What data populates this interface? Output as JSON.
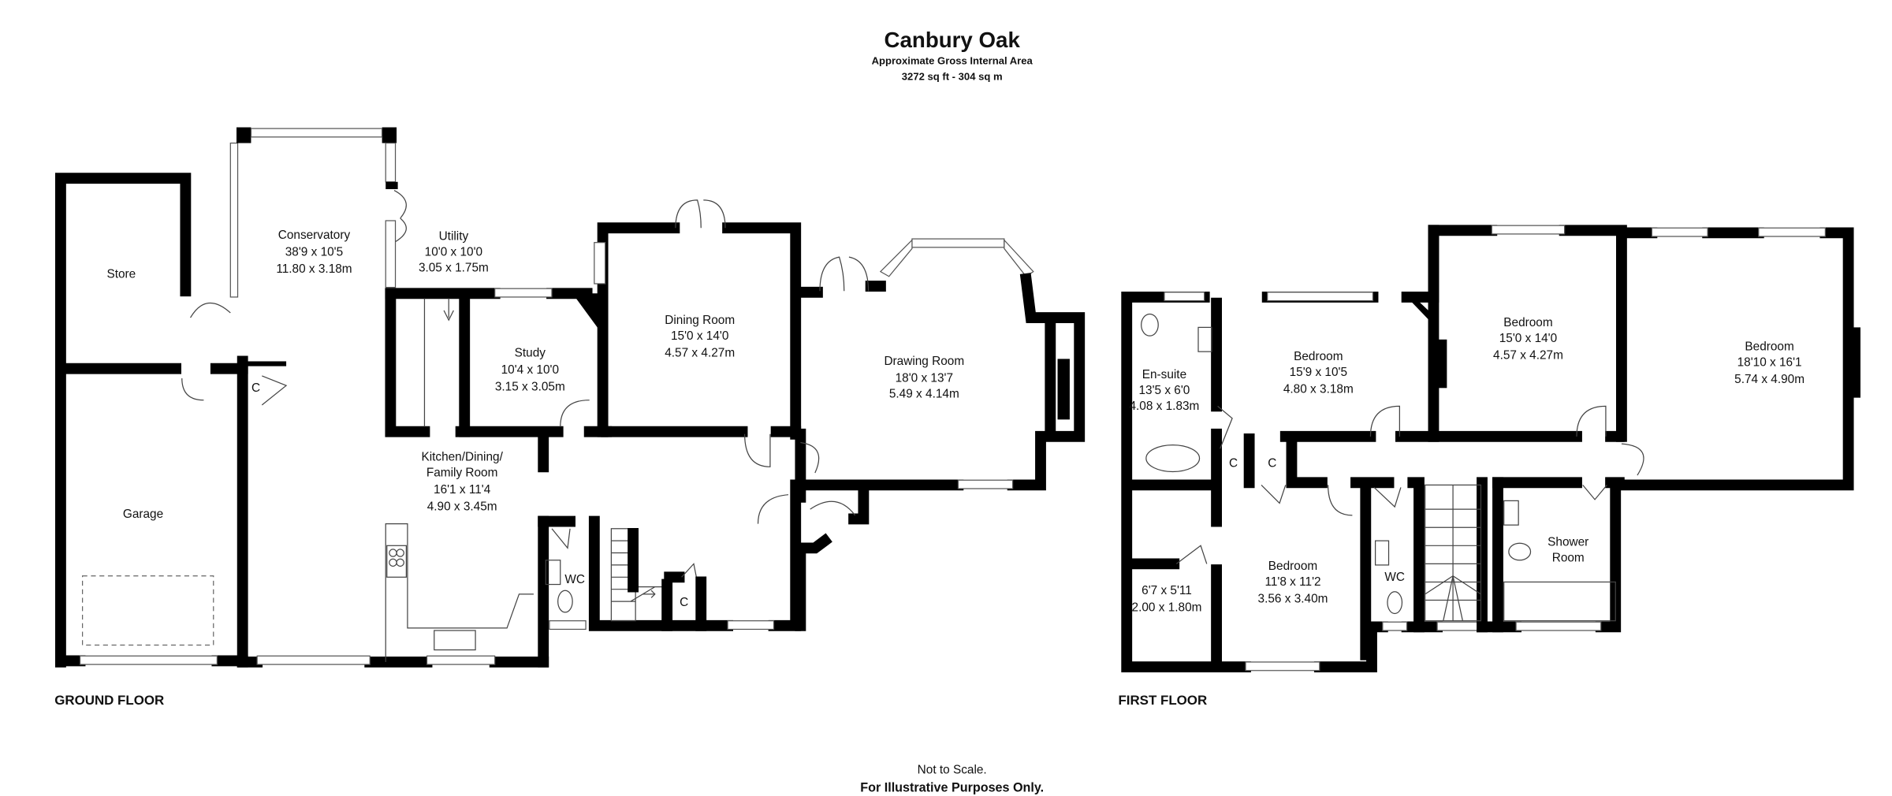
{
  "header": {
    "title": "Canbury Oak",
    "subtitle": "Approximate Gross Internal Area",
    "area": "3272 sq ft - 304 sq m"
  },
  "ground_floor": {
    "label": "GROUND FLOOR",
    "rooms": [
      {
        "name": "Store"
      },
      {
        "name": "Garage"
      },
      {
        "name": "Conservatory",
        "imperial": "38'9 x 10'5",
        "metric": "11.80 x 3.18m"
      },
      {
        "name": "Utility",
        "imperial": "10'0 x 10'0",
        "metric": "3.05 x 1.75m"
      },
      {
        "name": "Study",
        "imperial": "10'4 x 10'0",
        "metric": "3.15 x 3.05m"
      },
      {
        "name": "Dining Room",
        "imperial": "15'0 x 14'0",
        "metric": "4.57 x 4.27m"
      },
      {
        "name": "Drawing Room",
        "imperial": "18'0 x 13'7",
        "metric": "5.49 x 4.14m"
      },
      {
        "name": "Kitchen/Dining/",
        "name2": "Family Room",
        "imperial": "16'1 x 11'4",
        "metric": "4.90 x 3.45m"
      },
      {
        "name": "C"
      },
      {
        "name": "WC"
      },
      {
        "name": "C"
      }
    ]
  },
  "first_floor": {
    "label": "FIRST FLOOR",
    "rooms": [
      {
        "name": "En-suite",
        "imperial": "13'5 x 6'0",
        "metric": "4.08 x 1.83m"
      },
      {
        "name": "Bedroom",
        "imperial": "15'9 x 10'5",
        "metric": "4.80 x 3.18m"
      },
      {
        "name": "Bedroom",
        "imperial": "15'0 x 14'0",
        "metric": "4.57 x 4.27m"
      },
      {
        "name": "Bedroom",
        "imperial": "18'10 x 16'1",
        "metric": "5.74 x 4.90m"
      },
      {
        "name": "C"
      },
      {
        "name": "C"
      },
      {
        "name": "Bedroom",
        "imperial": "11'8 x 11'2",
        "metric": "3.56 x 3.40m"
      },
      {
        "imperial": "6'7 x 5'11",
        "metric": "2.00 x 1.80m"
      },
      {
        "name": "WC"
      },
      {
        "name": "Shower",
        "name2": "Room"
      }
    ]
  },
  "footer": {
    "line1": "Not to Scale.",
    "line2": "For Illustrative Purposes Only."
  }
}
